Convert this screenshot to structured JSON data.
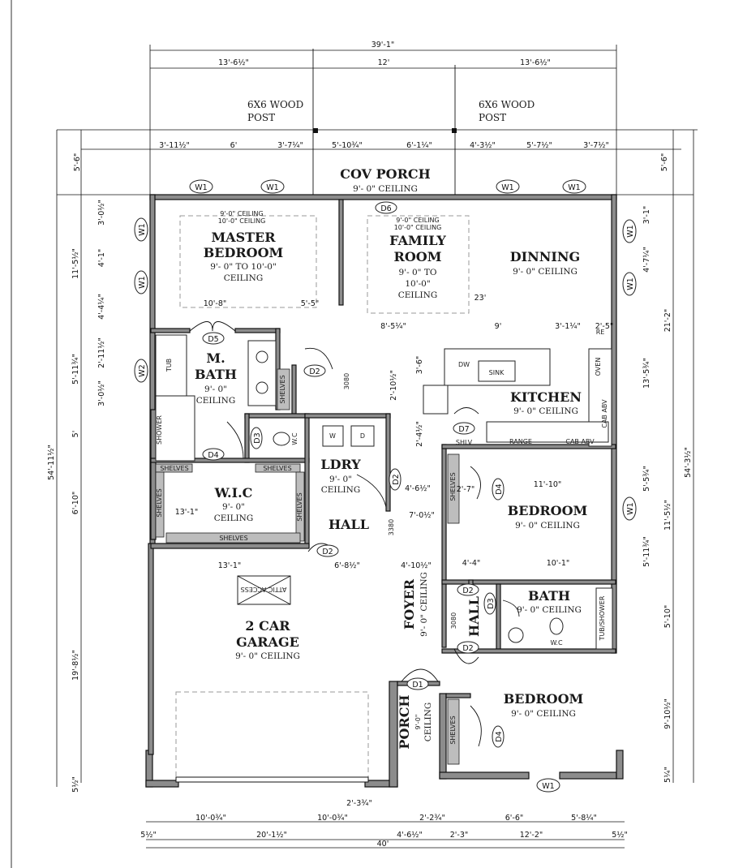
{
  "rooms": {
    "cov_porch": {
      "name": "COV PORCH",
      "ceiling": "9'- 0\" CEILING"
    },
    "master_bedroom": {
      "line1": "MASTER",
      "line2": "BEDROOM",
      "ceiling1": "9'- 0\" TO 10'-0\"",
      "ceiling2": "CEILING",
      "tray1": "9'-0\" CEILING",
      "tray2": "10'-0\" CEILING"
    },
    "family_room": {
      "line1": "FAMILY",
      "line2": "ROOM",
      "ceiling1": "9'- 0\" TO",
      "ceiling2": "10'-0\"",
      "ceiling3": "CEILING",
      "tray1": "9'-0\" CEILING",
      "tray2": "10'-0\" CEILING"
    },
    "dinning": {
      "name": "DINNING",
      "ceiling": "9'- 0\" CEILING"
    },
    "m_bath": {
      "line1": "M.",
      "line2": "BATH",
      "ceiling1": "9'- 0\"",
      "ceiling2": "CEILING"
    },
    "kitchen": {
      "name": "KITCHEN",
      "ceiling": "9'- 0\" CEILING"
    },
    "ldry": {
      "name": "LDRY",
      "ceiling1": "9'- 0\"",
      "ceiling2": "CEILING"
    },
    "wic": {
      "name": "W.I.C",
      "ceiling1": "9'- 0\"",
      "ceiling2": "CEILING"
    },
    "hall_upper": {
      "name": "HALL"
    },
    "bedroom_2": {
      "name": "BEDROOM",
      "ceiling": "9'- 0\" CEILING"
    },
    "garage": {
      "line1": "2 CAR",
      "line2": "GARAGE",
      "ceiling": "9'- 0\" CEILING"
    },
    "foyer": {
      "name": "FOYER",
      "ceiling": "9'- 0\" CEILING"
    },
    "hall_lower": {
      "name": "HALL"
    },
    "bath": {
      "name": "BATH",
      "ceiling": "9'- 0\" CEILING"
    },
    "bedroom_3": {
      "name": "BEDROOM",
      "ceiling": "9'- 0\" CEILING"
    },
    "porch": {
      "name": "PORCH",
      "ceiling1": "9'-0\"",
      "ceiling2": "CEILING"
    }
  },
  "posts": {
    "left_line1": "6X6 WOOD",
    "left_line2": "POST",
    "right_line1": "6X6 WOOD",
    "right_line2": "POST"
  },
  "top_dims": {
    "overall": "39'-1\"",
    "left": "13'-6½\"",
    "center": "12'",
    "right": "13'-6½\"",
    "w1": "3'-11½\"",
    "w2": "6'",
    "w3": "3'-7¼\"",
    "w4": "5'-10¾\"",
    "w5": "6'-1¼\"",
    "w6": "4'-3½\"",
    "w7": "5'-7½\"",
    "w8": "3'-7½\"",
    "porch_left": "5'-6\"",
    "porch_right": "5'-6\""
  },
  "bottom_dims": {
    "a1": "10'-0¾\"",
    "a2": "10'-0¾\"",
    "a3": "2'-3¾\"",
    "a4": "2'-2¾\"",
    "a5": "6'-6\"",
    "a6": "5'-8¼\"",
    "b1": "5½\"",
    "b2": "20'-1½\"",
    "b3": "4'-6½\"",
    "b4": "2'-3\"",
    "b5": "12'-2\"",
    "b6": "5½\"",
    "overall": "40'"
  },
  "left_dims": {
    "overall": "54'-11½\"",
    "l1": "11'-5½\"",
    "l2": "5'-11¾\"",
    "l3": "5'",
    "l4": "6'-10\"",
    "l5": "19'-8½\"",
    "l6": "5½\"",
    "w_a": "3'-0½\"",
    "w_b": "4'-1\"",
    "w_c": "4'-4¼\"",
    "w_d": "2'-11½\"",
    "w_e": "3'-0½\""
  },
  "right_dims": {
    "overall": "54'-3½\"",
    "r1": "21'-2\"",
    "r2": "13'-5¾\"",
    "r3": "11'-5½\"",
    "r4": "5'-11¾\"",
    "r5": "9'-10½\"",
    "r6": "5¼\"",
    "w_a": "3'-1\"",
    "w_b": "4'-7¼\"",
    "w_c": "5'-5¾\"",
    "w_d": "5'-10\""
  },
  "interior_dims": {
    "mb_width": "10'-8\"",
    "mb_5": "5'-5\"",
    "fam_23": "23'",
    "k_8": "8'-5¼\"",
    "k_9": "9'",
    "k_3": "3'-1¼\"",
    "k_2": "2'-5\"",
    "k_36": "3'-6\"",
    "k_210": "2'-10½\"",
    "k_24": "2'-4½\"",
    "ldry_46": "4'-6½\"",
    "ldry_7": "7'-0½\"",
    "bed_27": "2'-7\"",
    "bed_1110": "11'-10\"",
    "wic_131": "13'-1\"",
    "gar_131": "13'-1\"",
    "gar_68": "6'-8½\"",
    "foy_410": "4'-10½\"",
    "bath_44": "4'-4\"",
    "bath_101": "10'-1\""
  },
  "tags": {
    "w1": "W1",
    "w2": "W2",
    "d1": "D1",
    "d2": "D2",
    "d3": "D3",
    "d4": "D4",
    "d5": "D5",
    "d6": "D6",
    "d7": "D7"
  },
  "fixtures": {
    "tub": "TUB",
    "shower": "SHOWER",
    "shelves": "SHELVES",
    "shlv": "SHLV",
    "dw": "DW",
    "sink": "SINK",
    "oven": "OVEN",
    "range": "RANGE",
    "cab_abv": "CAB ABV",
    "wc": "W.C",
    "washer": "W",
    "dryer": "D",
    "tub_shower": "TUB/SHOWER",
    "ref": "RE",
    "door_3080": "3080",
    "door_3380": "3380",
    "attic": "ATTIC ACCESS"
  }
}
